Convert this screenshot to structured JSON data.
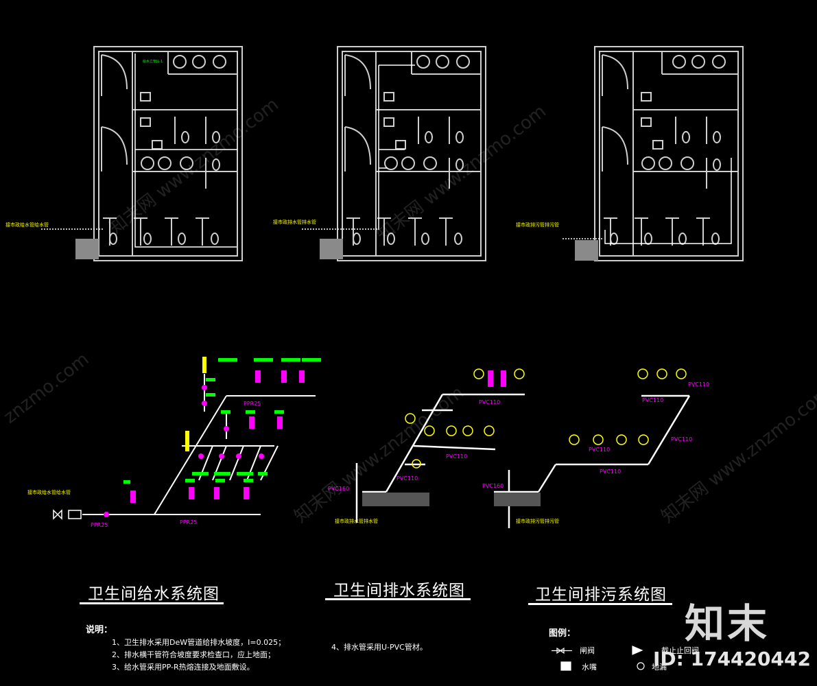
{
  "plans": [
    {
      "label": "接市政给水管给水管"
    },
    {
      "label": "接市政排水管排水管"
    },
    {
      "label": "接市政排污管排污管"
    }
  ],
  "supply": {
    "title": "卫生间给水系统图",
    "inlet_label": "接市政给水管给水管",
    "pipe_label_1": "PPR25",
    "pipe_label_2": "PPR25",
    "pipe_label_3": "PPR25"
  },
  "drain": {
    "title": "卫生间排水系统图",
    "outlet_label": "接市政排水管排水管",
    "pipe_labels": [
      "PVC110",
      "PVC110",
      "PVC110",
      "PVC160"
    ]
  },
  "sewage": {
    "title": "卫生间排污系统图",
    "outlet_label": "接市政排污管排污管",
    "pipe_labels": [
      "PVC110",
      "PVC110",
      "PVC110",
      "PVC110",
      "PVC110",
      "PVC160"
    ]
  },
  "notes": {
    "heading": "说明：",
    "items": [
      "1、卫生排水采用DeW管道给排水坡度，I=0.025；",
      "2、排水横干管符合坡度要求检查口，应上地面；",
      "3、给水管采用PP-R热熔连接及地面敷设。"
    ],
    "drain_note": "4、排水管采用U-PVC管材。"
  },
  "legend": {
    "heading": "图例：",
    "items": [
      {
        "symbol": "valve",
        "label": "闸阀"
      },
      {
        "symbol": "check",
        "label": "截止止回阀"
      },
      {
        "symbol": "tap",
        "label": "水嘴"
      },
      {
        "symbol": "drain",
        "label": "地漏"
      }
    ]
  },
  "watermark": {
    "logo": "知末",
    "id_text": "ID: 174420442",
    "site": "znzmo.com",
    "site_cn": "知末网 www.znzmo.com"
  },
  "colors": {
    "background": "#000000",
    "walls": "#cfcfcf",
    "pipe_white": "#ffffff",
    "fixture_magenta": "#ff00ff",
    "label_yellow": "#ffff00",
    "label_green": "#00ff00",
    "gray_block": "#8a8a8a"
  }
}
